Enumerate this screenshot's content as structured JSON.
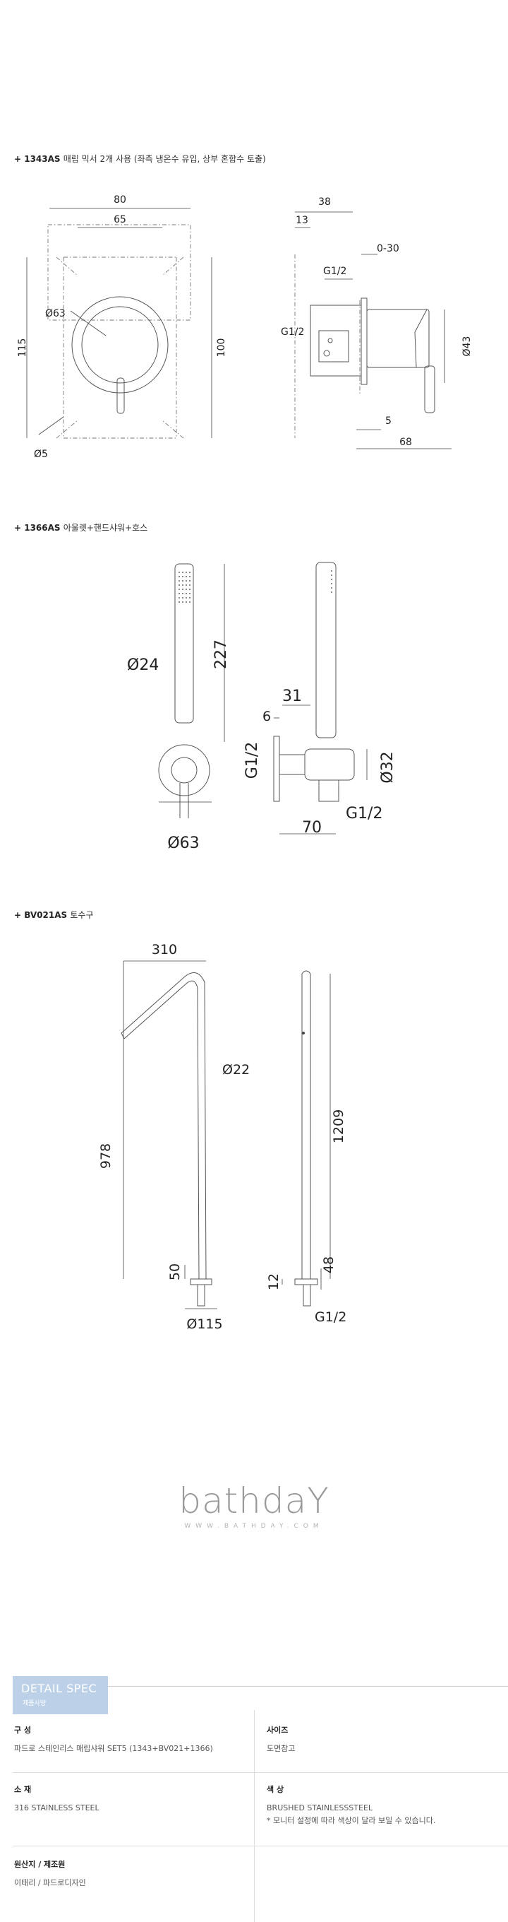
{
  "sections": {
    "s1": {
      "code": "+ 1343AS",
      "desc": "매립 믹서 2개 사용 (좌측 냉온수 유입, 상부 혼합수 토출)"
    },
    "s2": {
      "code": "+ 1366AS",
      "desc": "아울렛+핸드샤워+호스"
    },
    "s3": {
      "code": "+ BV021AS",
      "desc": "토수구"
    }
  },
  "dims1": {
    "w80": "80",
    "w65": "65",
    "h115": "115",
    "h100": "100",
    "d63": "Ø63",
    "d5": "Ø5",
    "w38": "38",
    "w13": "13",
    "r030": "0-30",
    "g12a": "G1/2",
    "g12b": "G1/2",
    "d43": "Ø43",
    "w5": "5",
    "w68": "68"
  },
  "dims2": {
    "d24": "Ø24",
    "h227": "227",
    "d63": "Ø63",
    "w6": "6",
    "w31": "31",
    "g12v": "G1/2",
    "d32": "Ø32",
    "g12h": "G1/2",
    "w70": "70"
  },
  "dims3": {
    "w310": "310",
    "d22": "Ø22",
    "h978": "978",
    "h50": "50",
    "d115": "Ø115",
    "h1209": "1209",
    "h12": "12",
    "h48": "48",
    "g12": "G1/2"
  },
  "logo": {
    "word": "bathdaY",
    "url": "WWW.BATHDAY.COM"
  },
  "spec": {
    "tab_title": "DETAIL SPEC",
    "tab_sub": "제품사양",
    "rows": [
      {
        "label": "구 성",
        "value": "파드로 스테인리스 매립샤워 SET5 (1343+BV021+1366)"
      },
      {
        "label": "사이즈",
        "value": "도면참고"
      },
      {
        "label": "소 재",
        "value": "316 STAINLESS STEEL"
      },
      {
        "label": "색 상",
        "value": "BRUSHED STAINLESSSTEEL"
      },
      {
        "label": "",
        "value": "* 모니터 설정에 따라 색상이 달라 보일 수 있습니다."
      },
      {
        "label": "원산지 / 제조원",
        "value": "이태리 / 파드로디자인"
      }
    ]
  }
}
